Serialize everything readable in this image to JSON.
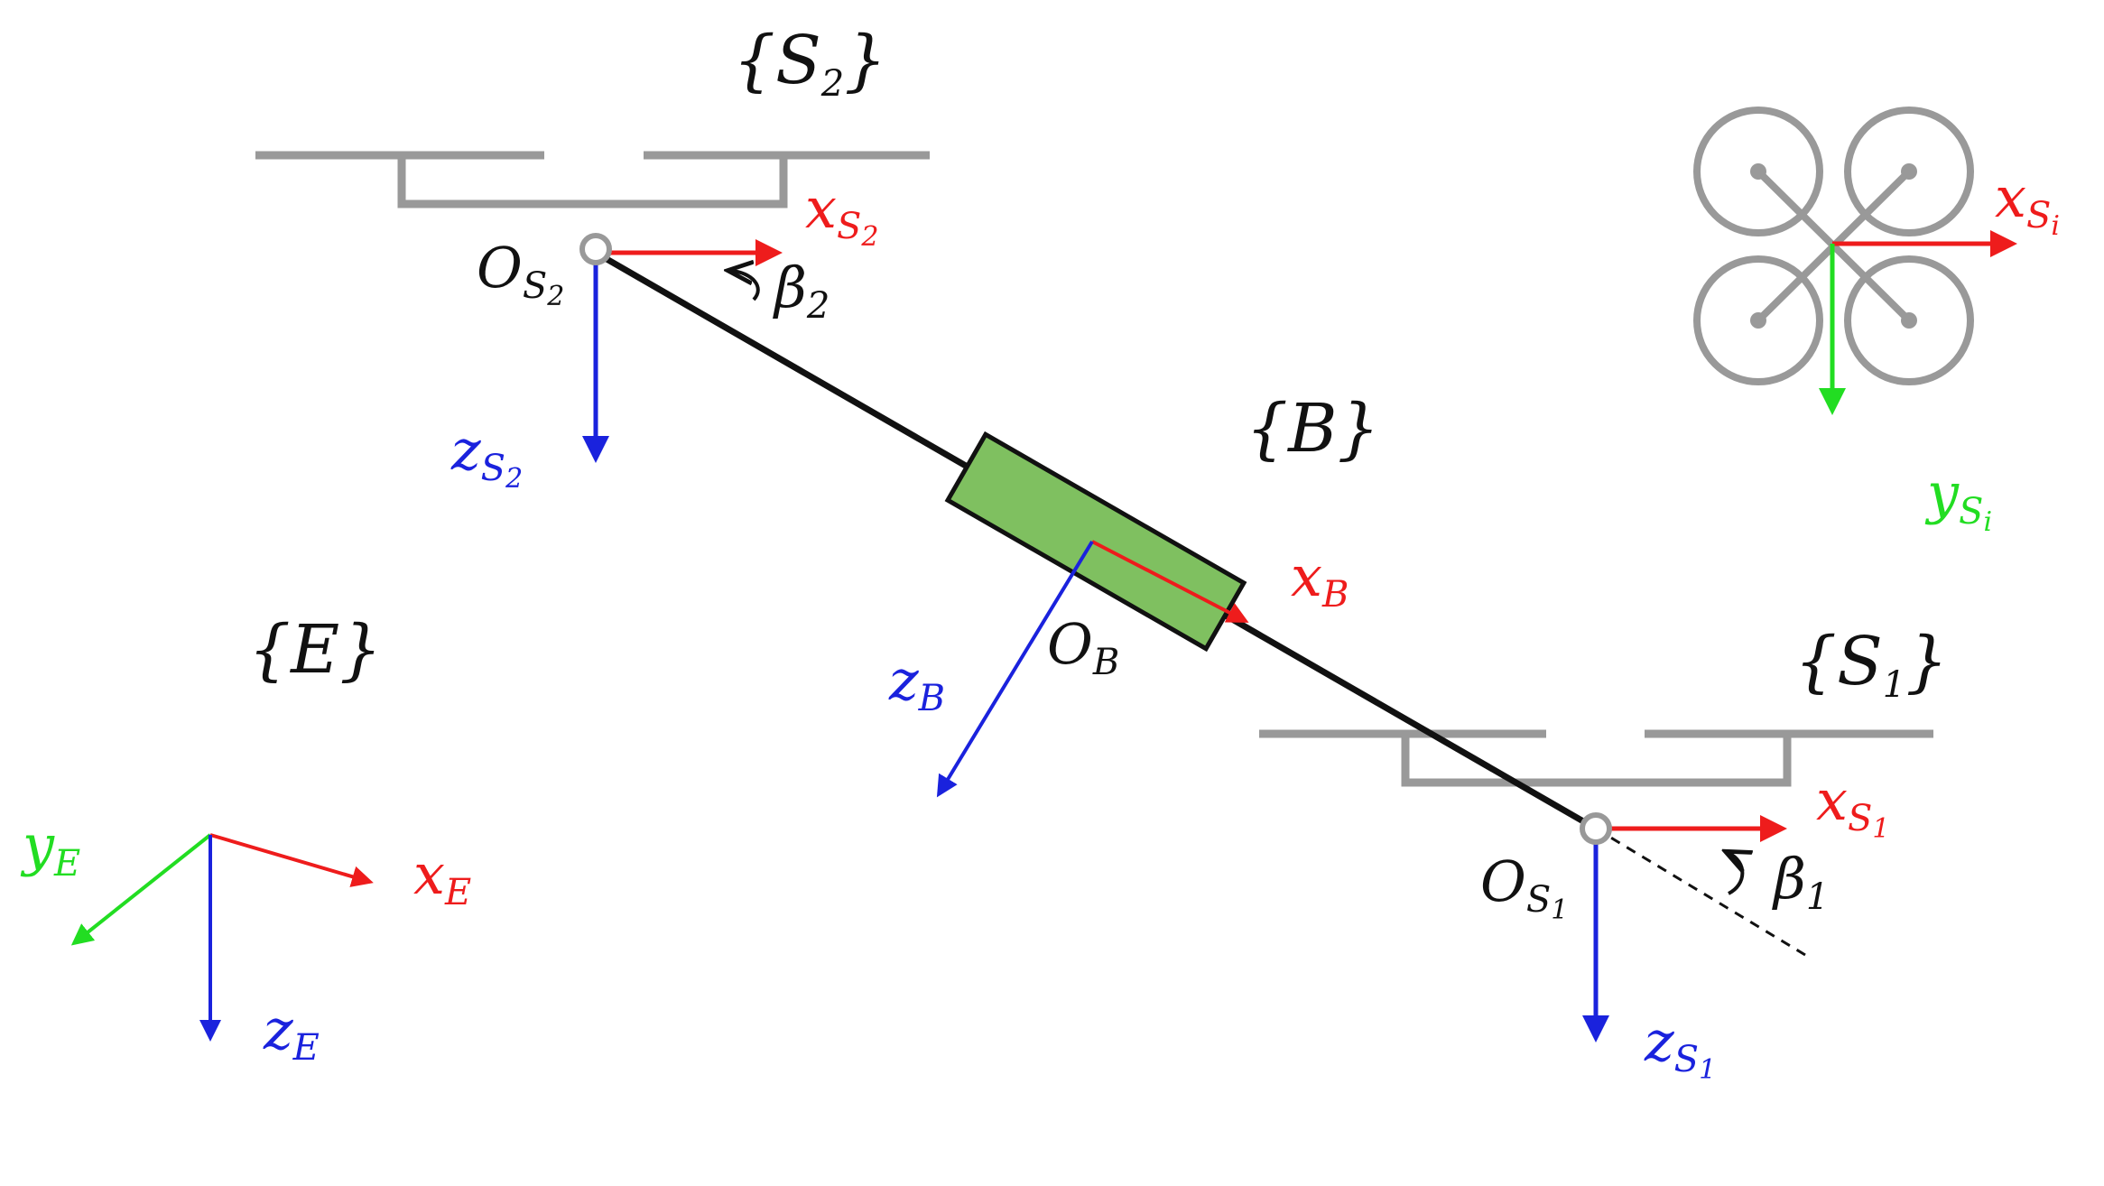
{
  "colors": {
    "x_axis": "#ee1c1c",
    "y_axis": "#22dd22",
    "z_axis": "#1a22dd",
    "quad_structure": "#999999",
    "payload_fill": "#7fc060",
    "bar": "#111111"
  },
  "frames": {
    "S2": {
      "name": "S",
      "index": "2"
    },
    "S1": {
      "name": "S",
      "index": "1"
    },
    "B": {
      "name": "B"
    },
    "E": {
      "name": "E"
    }
  },
  "origins": {
    "O_S2": {
      "main": "O",
      "sub": "S",
      "subsub": "2"
    },
    "O_S1": {
      "main": "O",
      "sub": "S",
      "subsub": "1"
    },
    "O_B": {
      "main": "O",
      "sub": "B"
    }
  },
  "axes": {
    "x_S2": {
      "main": "x",
      "sub": "S",
      "subsub": "2"
    },
    "z_S2": {
      "main": "z",
      "sub": "S",
      "subsub": "2"
    },
    "x_S1": {
      "main": "x",
      "sub": "S",
      "subsub": "1"
    },
    "z_S1": {
      "main": "z",
      "sub": "S",
      "subsub": "1"
    },
    "x_B": {
      "main": "x",
      "sub": "B"
    },
    "z_B": {
      "main": "z",
      "sub": "B"
    },
    "x_E": {
      "main": "x",
      "sub": "E"
    },
    "y_E": {
      "main": "y",
      "sub": "E"
    },
    "z_E": {
      "main": "z",
      "sub": "E"
    },
    "x_Si": {
      "main": "x",
      "sub": "S",
      "subsub": "i"
    },
    "y_Si": {
      "main": "y",
      "sub": "S",
      "subsub": "i"
    }
  },
  "angles": {
    "beta2": {
      "main": "β",
      "sub": "2"
    },
    "beta1": {
      "main": "β",
      "sub": "1"
    }
  },
  "icons": [
    "quadrotor-icon",
    "rotation-arrow-icon"
  ]
}
